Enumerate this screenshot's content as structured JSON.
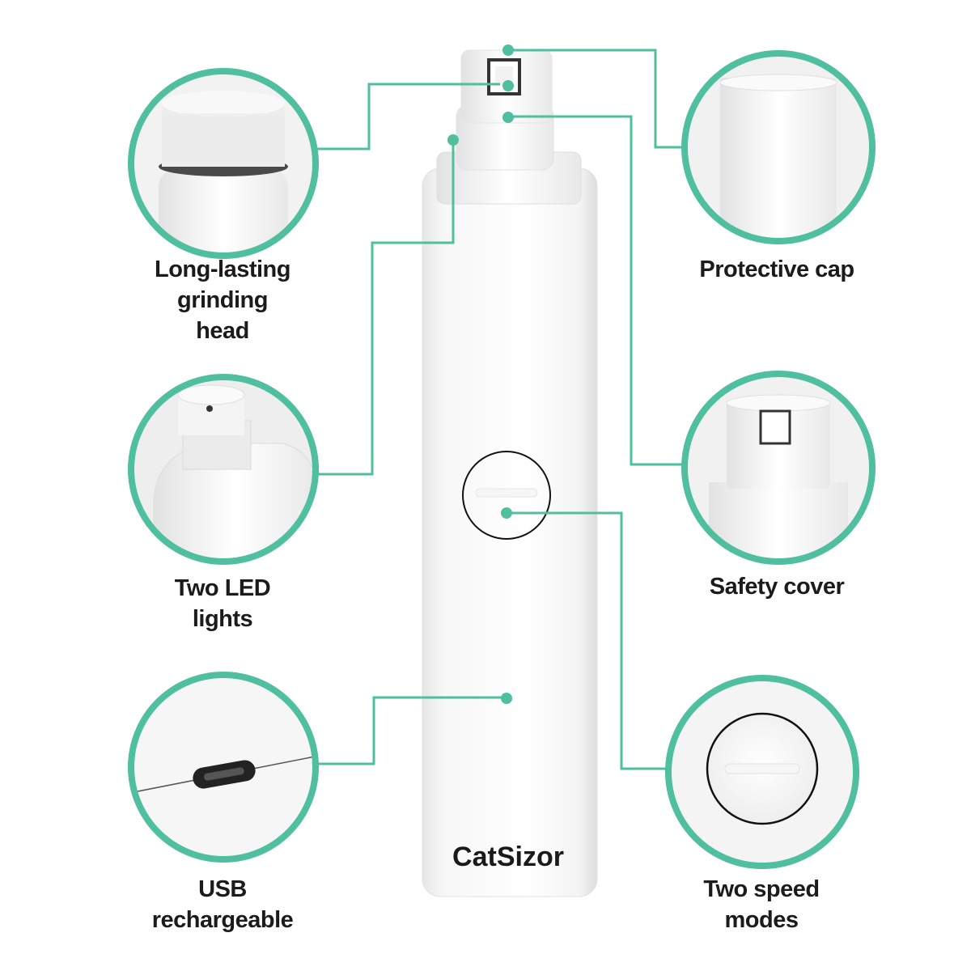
{
  "accent_color": "#4fbf9f",
  "brand": "CatSizor",
  "features": [
    {
      "id": "grinding-head",
      "lines": [
        "Long-lasting",
        "grinding",
        "head"
      ]
    },
    {
      "id": "protective-cap",
      "lines": [
        "Protective cap"
      ]
    },
    {
      "id": "led-lights",
      "lines": [
        "Two LED",
        "lights"
      ]
    },
    {
      "id": "safety-cover",
      "lines": [
        "Safety cover"
      ]
    },
    {
      "id": "usb-rechargeable",
      "lines": [
        "USB",
        "rechargeable"
      ]
    },
    {
      "id": "speed-modes",
      "lines": [
        "Two speed",
        "modes"
      ]
    }
  ]
}
